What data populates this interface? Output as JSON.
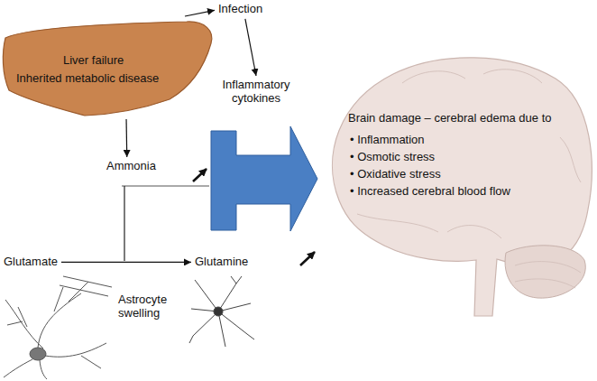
{
  "diagram": {
    "nodes": [
      {
        "text": [
          "Infection"
        ]
      },
      {
        "text": [
          "Liver failure",
          "Inherited metabolic disease"
        ]
      },
      {
        "text": [
          "Inflammatory cytokines"
        ]
      },
      {
        "text": [
          "Brain damage – cerebral edema due to",
          "• Inflammation",
          "• Osmotic stress",
          "• Oxidative stress",
          "• Increased cerebral blood flow"
        ]
      },
      {
        "text": [
          "Ammonia"
        ]
      },
      {
        "text": [
          "Glutamate"
        ]
      },
      {
        "text": [
          "Glutamine"
        ]
      }
    ],
    "edges": [
      {
        "from": 1,
        "to": 0,
        "arrow": "to"
      },
      {
        "from": 0,
        "to": 2,
        "arrow": "to"
      },
      {
        "from": 1,
        "to": 4,
        "arrow": "to"
      },
      {
        "from": 5,
        "to": 6,
        "arrow": "to"
      }
    ],
    "labels": [
      "Astrocyte swelling"
    ]
  }
}
